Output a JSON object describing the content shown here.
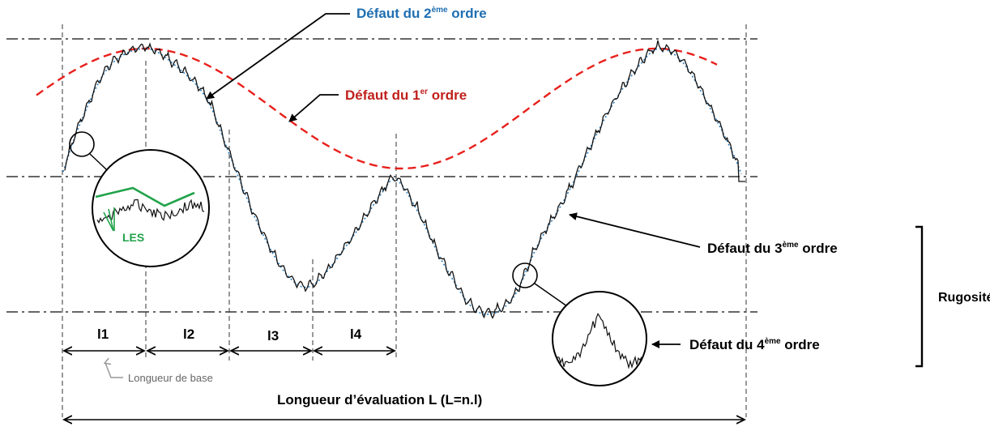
{
  "labels": {
    "defect2_pre": "Défaut du 2",
    "defect2_sup": "ème",
    "defect2_post": " ordre",
    "defect1_pre": "Défaut du 1",
    "defect1_sup": "er",
    "defect1_post": " ordre",
    "defect3_pre": "Défaut du 3",
    "defect3_sup": "ème",
    "defect3_post": " ordre",
    "defect4_pre": "Défaut du 4",
    "defect4_sup": "ème",
    "defect4_post": " ordre",
    "rugosite": "Rugosité",
    "les": "LES",
    "l1": "l1",
    "l2": "l2",
    "l3": "l3",
    "l4": "l4",
    "base_length": "Longueur de base",
    "eval_length": "Longueur d’évaluation L (L=n.l)"
  },
  "colors": {
    "defect2_text": "#1f6fb2",
    "defect1_curve": "#e8201c",
    "defect1_text": "#c0201c",
    "les": "#21a34a",
    "dotted": "#2b7fc0",
    "line": "#000000",
    "guide": "#555555"
  }
}
